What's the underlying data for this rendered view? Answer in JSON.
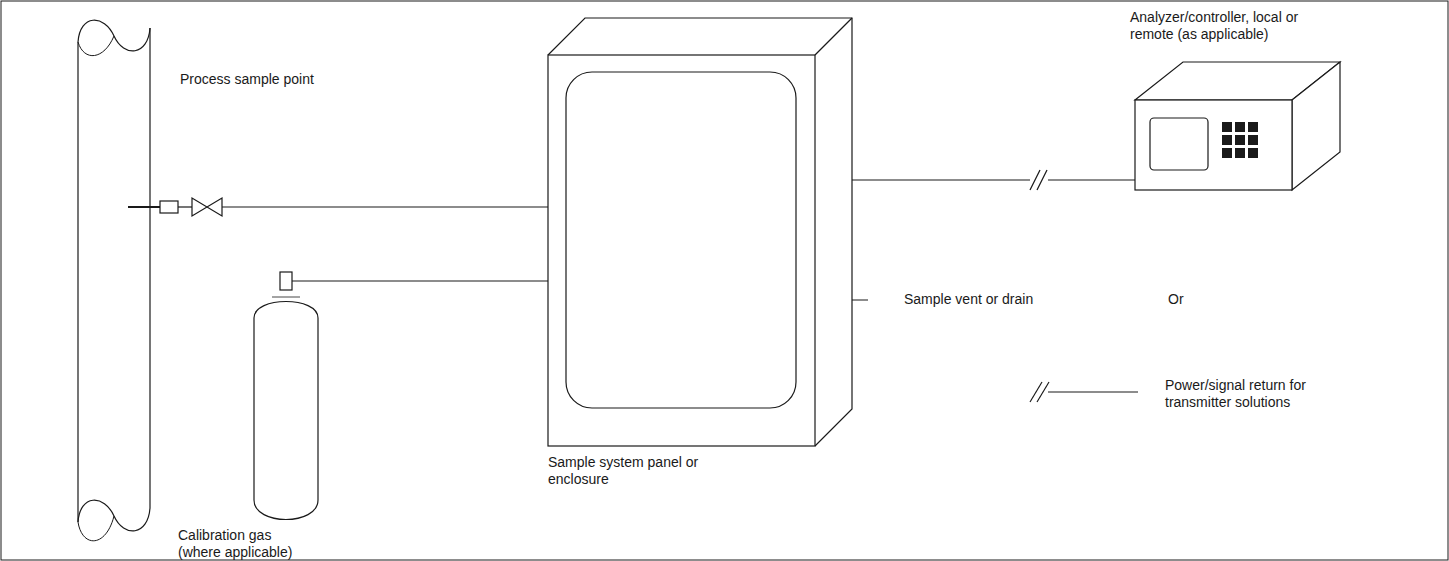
{
  "diagram": {
    "nodes": [
      {
        "text": [
          "Calibration gas (where applicable)"
        ]
      },
      {
        "text": [
          "Sample system panel or enclosure"
        ]
      },
      {
        "text": [
          "Analyzer/controller, local or remote (as applicable)"
        ]
      }
    ],
    "edges": [
      {
        "from": 0,
        "to": 1,
        "arrow": "none"
      },
      {
        "from": 1,
        "to": 2,
        "arrow": "none"
      }
    ],
    "labels": [
      "Process sample point",
      "Sample vent or drain",
      "Or"
    ],
    "legend": [
      {
        "text": "Power/signal return for transmitter solutions"
      }
    ]
  }
}
